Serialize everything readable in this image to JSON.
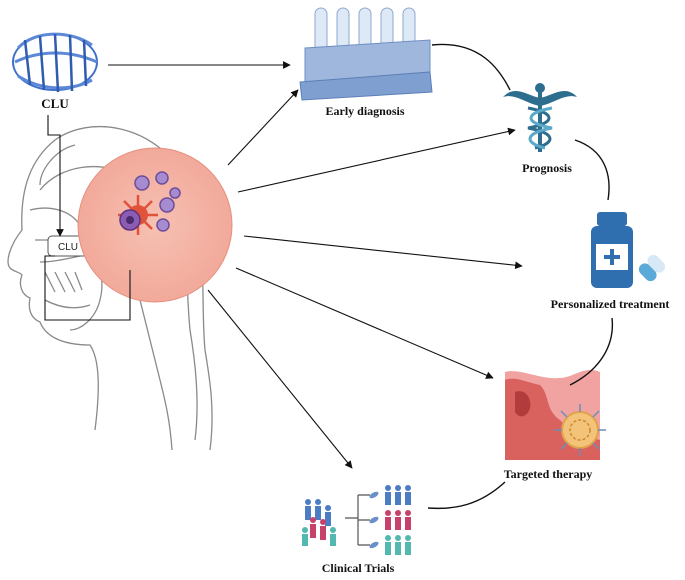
{
  "labels": {
    "clu_top": "CLU",
    "clu_inner": "CLU",
    "early_diagnosis": "Early diagnosis",
    "prognosis": "Prognosis",
    "personalized_treatment": "Personalized treatment",
    "targeted_therapy": "Targeted therapy",
    "clinical_trials": "Clinical Trials"
  },
  "colors": {
    "protein": "#3f6fc9",
    "tumor_glow": "#f2a99a",
    "tube_rack": "#9fb7dc",
    "caduceus": "#2d6e8f",
    "medicine": "#2f6fb0",
    "tissue": "#d9615e",
    "virus": "#e0a24a",
    "people_blue": "#4b7cc4",
    "people_red": "#c7426a",
    "people_teal": "#53b9b0"
  },
  "icons": {
    "protein": "protein-structure-icon",
    "head": "human-head-outline-icon",
    "tumor": "brain-tumor-cells-icon",
    "tubes": "test-tube-rack-icon",
    "caduceus": "caduceus-icon",
    "medicine": "medicine-bottle-pills-icon",
    "therapy": "targeted-nanoparticle-icon",
    "trials": "patient-groups-icon"
  }
}
